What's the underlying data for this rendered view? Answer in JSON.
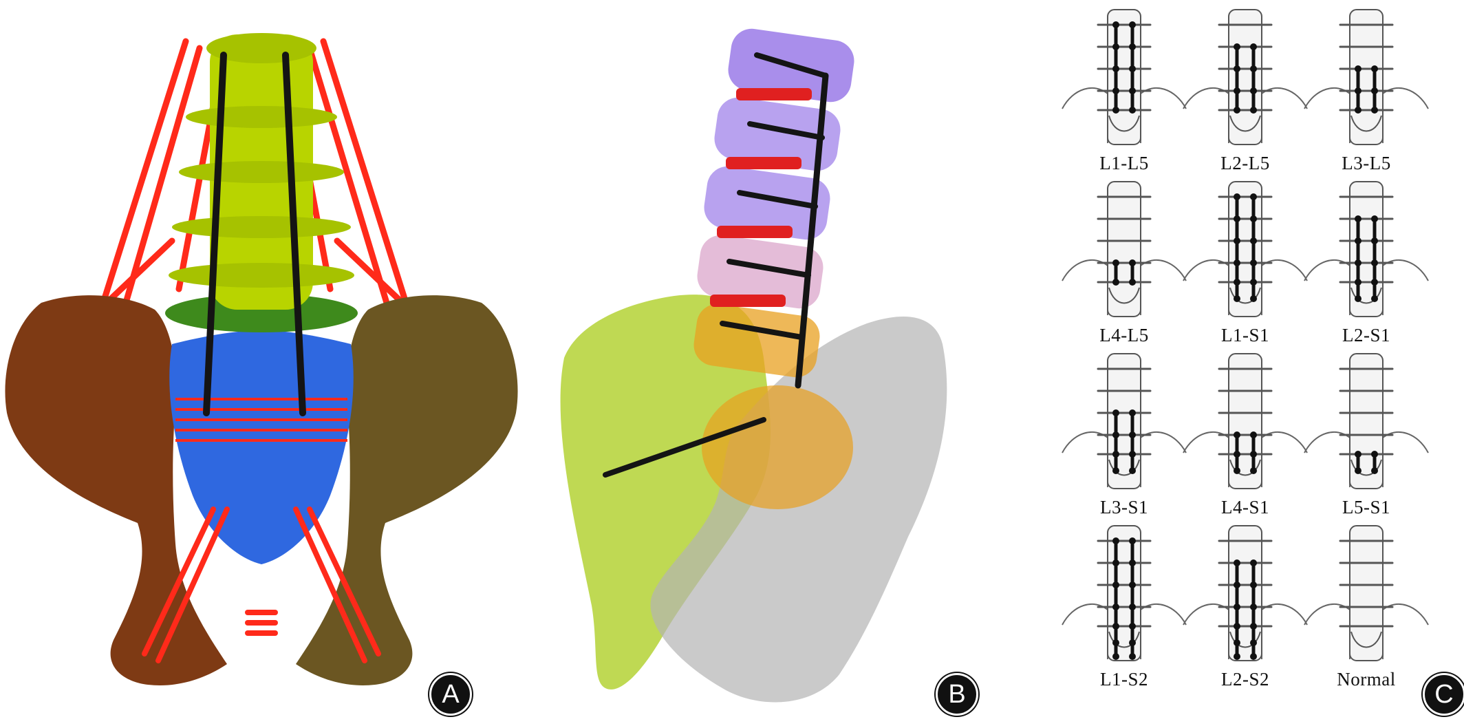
{
  "badges": {
    "a": "A",
    "b": "B",
    "c": "C"
  },
  "grid": {
    "columns": 3,
    "cells": [
      {
        "label": "L1-L5",
        "fused": [
          0,
          1,
          2,
          3,
          4
        ]
      },
      {
        "label": "L2-L5",
        "fused": [
          1,
          2,
          3,
          4
        ]
      },
      {
        "label": "L3-L5",
        "fused": [
          2,
          3,
          4
        ]
      },
      {
        "label": "L4-L5",
        "fused": [
          3,
          4
        ]
      },
      {
        "label": "L1-S1",
        "fused": [
          0,
          1,
          2,
          3,
          4,
          5
        ]
      },
      {
        "label": "L2-S1",
        "fused": [
          1,
          2,
          3,
          4,
          5
        ]
      },
      {
        "label": "L3-S1",
        "fused": [
          2,
          3,
          4,
          5
        ]
      },
      {
        "label": "L4-S1",
        "fused": [
          3,
          4,
          5
        ]
      },
      {
        "label": "L5-S1",
        "fused": [
          4,
          5
        ]
      },
      {
        "label": "L1-S2",
        "fused": [
          0,
          1,
          2,
          3,
          4,
          5,
          6
        ]
      },
      {
        "label": "L2-S2",
        "fused": [
          1,
          2,
          3,
          4,
          5,
          6
        ]
      },
      {
        "label": "Normal",
        "fused": []
      }
    ]
  },
  "colors": {
    "rib_bands": "#ff2a1a",
    "lumbar_vertebrae": "#b8d400",
    "l5_vertebra": "#3e8a1c",
    "sacrum": "#2f68e0",
    "left_ilium": "#7e3a14",
    "right_ilium": "#6b5622",
    "rod": "#141414",
    "purple_segment": "#9a7ae8",
    "orange_segment": "#e8a020",
    "translucent_green": "#a9cc1a",
    "translucent_grey": "#b4b4b4"
  }
}
